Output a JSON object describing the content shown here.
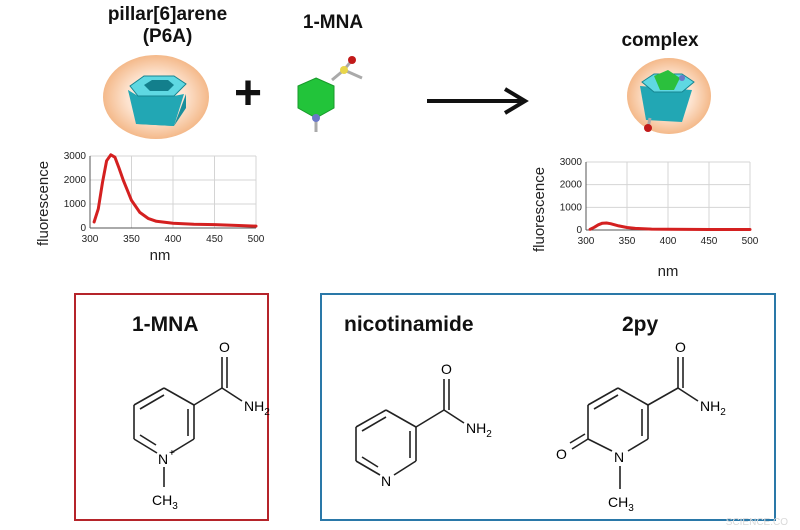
{
  "top": {
    "host_name": "pillar[6]arene",
    "host_abbrev": "(P6A)",
    "guest_name": "1-MNA",
    "plus": "+",
    "product_name": "complex"
  },
  "charts_axis": {
    "ylabel": "fluorescence",
    "xlabel": "nm"
  },
  "chart_data": [
    {
      "type": "line",
      "ylabel": "fluorescence",
      "xlabel": "nm",
      "xlim": [
        300,
        500
      ],
      "ylim": [
        0,
        3000
      ],
      "xticks": [
        300,
        350,
        400,
        450,
        500
      ],
      "yticks": [
        0,
        1000,
        2000,
        3000
      ],
      "grid": true,
      "series": [
        {
          "color": "#d42020",
          "x": [
            305,
            310,
            315,
            320,
            325,
            330,
            335,
            340,
            350,
            360,
            370,
            380,
            400,
            425,
            450,
            475,
            500
          ],
          "values": [
            250,
            800,
            1900,
            2800,
            3050,
            2950,
            2500,
            2000,
            1150,
            650,
            400,
            280,
            200,
            160,
            140,
            110,
            80
          ]
        }
      ]
    },
    {
      "type": "line",
      "ylabel": "fluorescence",
      "xlabel": "nm",
      "xlim": [
        300,
        500
      ],
      "ylim": [
        0,
        3000
      ],
      "xticks": [
        300,
        350,
        400,
        450,
        500
      ],
      "yticks": [
        0,
        1000,
        2000,
        3000
      ],
      "grid": true,
      "series": [
        {
          "color": "#d42020",
          "x": [
            305,
            310,
            315,
            320,
            325,
            330,
            335,
            340,
            350,
            360,
            380,
            400,
            450,
            500
          ],
          "values": [
            30,
            120,
            230,
            300,
            310,
            280,
            230,
            180,
            110,
            70,
            40,
            30,
            20,
            20
          ]
        }
      ]
    }
  ],
  "boxes": {
    "left_title": "1-MNA",
    "right_title_1": "nicotinamide",
    "right_title_2": "2py"
  },
  "atoms": {
    "O": "O",
    "NH2": "NH",
    "sub2": "2",
    "N": "N",
    "plus_charge": "+",
    "CH3": "CH",
    "sub3": "3"
  },
  "watermark": "SCIENCE.CO"
}
